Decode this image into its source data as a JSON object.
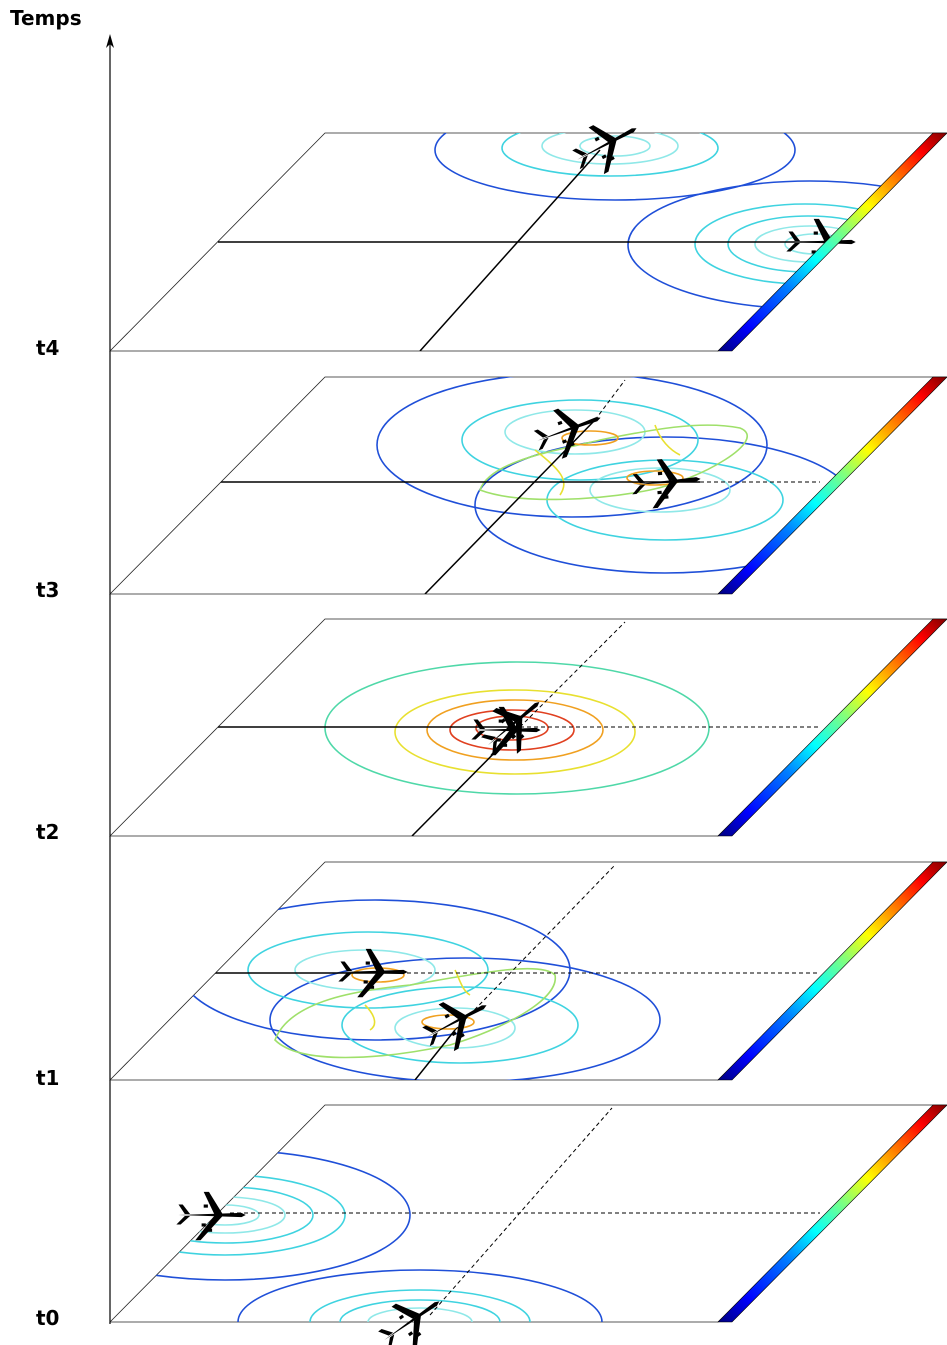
{
  "axis_title": "Temps",
  "time_labels": [
    "t4",
    "t3",
    "t2",
    "t1",
    "t0"
  ],
  "colormap": [
    "#00007f",
    "#0000ff",
    "#007fff",
    "#00ffff",
    "#7fff7f",
    "#ffff00",
    "#ff7f00",
    "#ff0000",
    "#7f0000"
  ],
  "contour_colors": {
    "outer": "#1f4fd8",
    "mid": "#3fd3e0",
    "inner": "#8fe8e8",
    "green": "#7fe08a",
    "yellow": "#e8e030",
    "orange": "#f0a020",
    "red": "#e04020"
  },
  "icons": {
    "aircraft": "airplane-icon"
  }
}
